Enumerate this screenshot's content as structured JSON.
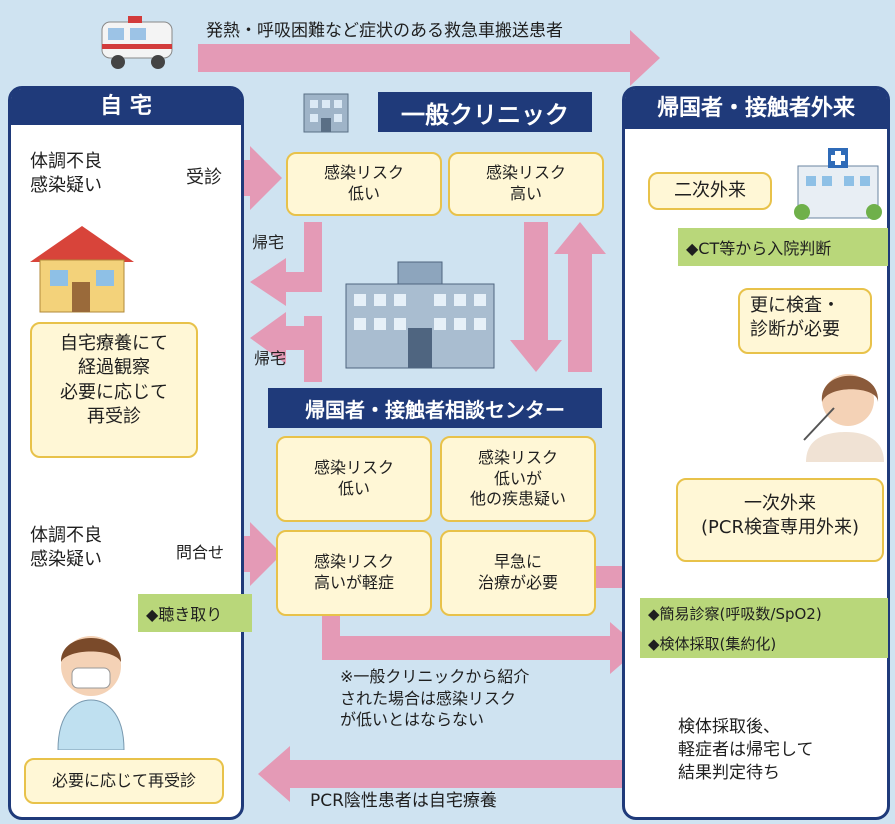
{
  "top_arrow_label": "発熱・呼吸困難など症状のある救急車搬送患者",
  "home": {
    "title": "自 宅",
    "symptom_1": "体調不良\n感染疑い",
    "visit_label": "受診",
    "home_care": "自宅療養にて\n経過観察\n必要に応じて\n再受診",
    "symptom_2": "体調不良\n感染疑い",
    "inquiry_label": "問合せ",
    "listen_label": "◆聴き取り",
    "revisit": "必要に応じて再受診"
  },
  "clinic": {
    "title": "一般クリニック",
    "risk_low": "感染リスク\n低い",
    "risk_high": "感染リスク\n高い",
    "return_home_1": "帰宅",
    "return_home_2": "帰宅"
  },
  "center": {
    "title": "帰国者・接触者相談センター",
    "box_1": "感染リスク\n低い",
    "box_2": "感染リスク\n低いが\n他の疾患疑い",
    "box_3": "感染リスク\n高いが軽症",
    "box_4": "早急に\n治療が必要",
    "note": "※一般クリニックから紹介\nされた場合は感染リスク\nが低いとはならない"
  },
  "outpatient": {
    "title": "帰国者・接触者外来",
    "secondary": "二次外来",
    "ct": "◆CT等から入院判断",
    "more_exam": "更に検査・\n診断が必要",
    "primary": "一次外来\n(PCR検査専用外来)",
    "simple_exam": "◆簡易診察(呼吸数/SpO2)",
    "sampling": "◆検体採取(集約化)",
    "after_sampling": "検体採取後、\n軽症者は帰宅して\n結果判定待ち"
  },
  "bottom_arrow_label": "PCR陰性患者は自宅療養",
  "colors": {
    "navy": "#1f3a7a",
    "arrow": "#e49ab6",
    "box": "#fff7d6",
    "box_border": "#e8c24a",
    "green": "#b9d77a"
  }
}
